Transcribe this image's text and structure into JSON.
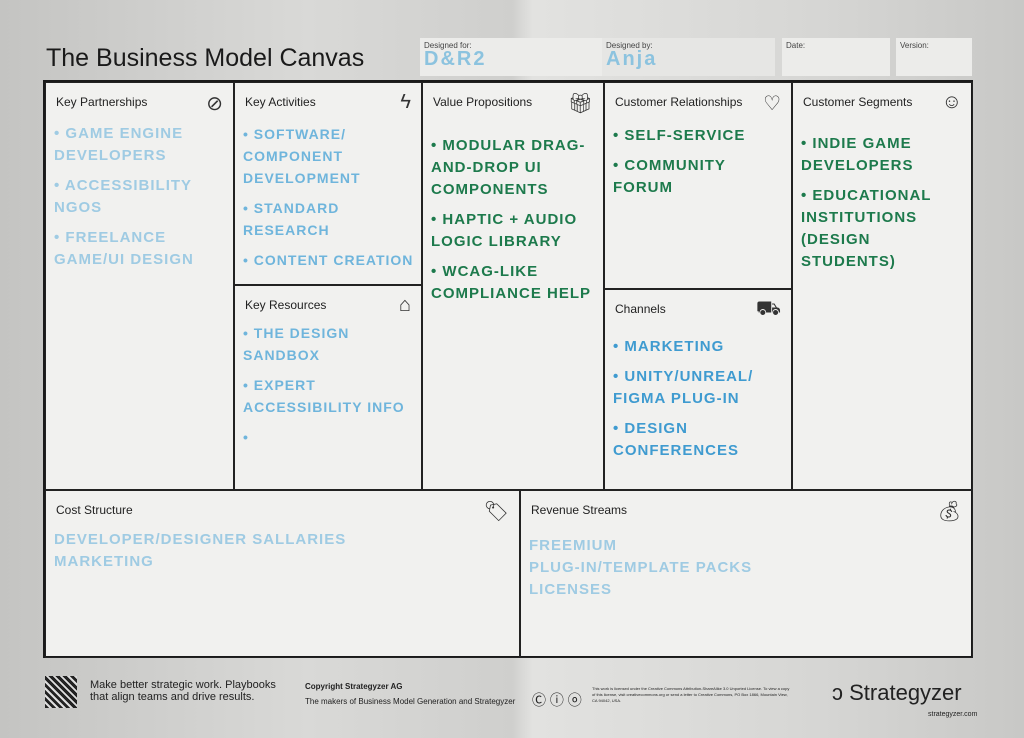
{
  "header": {
    "title": "The Business Model Canvas",
    "designed_for_label": "Designed for:",
    "designed_for": "D&R2",
    "designed_by_label": "Designed by:",
    "designed_by": "Anja",
    "date_label": "Date:",
    "version_label": "Version:"
  },
  "blocks": {
    "key_partnerships": {
      "title": "Key Partnerships",
      "items": [
        "• Game engine developers",
        "• Accessibility NGOs",
        "• Freelance game/UI design"
      ]
    },
    "key_activities": {
      "title": "Key Activities",
      "items": [
        "• Software/ component development",
        "• Standard research",
        "• Content creation"
      ]
    },
    "key_resources": {
      "title": "Key Resources",
      "items": [
        "• The design sandbox",
        "• Expert accessibility info",
        "•"
      ]
    },
    "value_propositions": {
      "title": "Value Propositions",
      "items": [
        "• Modular drag-and-drop UI components",
        "• Haptic + audio logic library",
        "• WCAG-like compliance help"
      ]
    },
    "customer_relationships": {
      "title": "Customer Relationships",
      "items": [
        "• Self-service",
        "• Community forum"
      ]
    },
    "channels": {
      "title": "Channels",
      "items": [
        "• Marketing",
        "• Unity/Unreal/ Figma plug-in",
        "• Design conferences"
      ]
    },
    "customer_segments": {
      "title": "Customer Segments",
      "items": [
        "• Indie game developers",
        "• Educational institutions (design students)"
      ]
    },
    "cost_structure": {
      "title": "Cost Structure",
      "items": [
        "Developer/designer sallaries",
        "Marketing"
      ]
    },
    "revenue_streams": {
      "title": "Revenue Streams",
      "items": [
        "Freemium",
        "Plug-in/template packs",
        "Licenses"
      ]
    }
  },
  "footer": {
    "tagline_1": "Make better strategic work. Playbooks",
    "tagline_2": "that align teams and drive results.",
    "copyright": "Copyright Strategyzer AG",
    "makers": "The makers of Business Model Generation and Strategyzer",
    "license": "This work is licensed under the Creative Commons Attribution-ShareAlike 3.0 Unported License. To view a copy of this license, visit creativecommons.org or send a letter to Creative Commons, PO Box 1866, Mountain View, CA 94042, USA.",
    "brand": "Strategyzer",
    "url": "strategyzer.com"
  }
}
